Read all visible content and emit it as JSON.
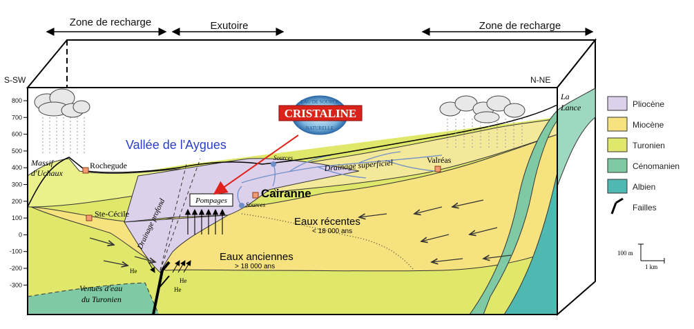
{
  "zones": {
    "left": "Zone de recharge",
    "center": "Exutoire",
    "right": "Zone de recharge"
  },
  "orientation": {
    "left": "S-SW",
    "right": "N-NE"
  },
  "elevation_ticks": [
    "800",
    "700",
    "600",
    "500",
    "400",
    "300",
    "200",
    "100",
    "0",
    "-100",
    "-200",
    "-300"
  ],
  "places": {
    "massif_line1": "Massif",
    "massif_line2": "d'Uchaux",
    "rochegude": "Rochegude",
    "ste_cecile": "Ste-Cécile",
    "la_lance_line1": "La",
    "la_lance_line2": "Lance",
    "valreas": "Valréas",
    "cairanne": "Cairanne",
    "vallee": "Vallée de l'Aygues"
  },
  "annotations": {
    "sources_top": "Sources",
    "sources_bottom": "Sources",
    "pompages": "Pompages",
    "drainage_superficiel": "Drainage superficiel",
    "drainage_profond": "Drainage profond",
    "eaux_recentes": "Eaux récentes",
    "eaux_recentes_age": "< 18 000 ans",
    "eaux_anciennes": "Eaux anciennes",
    "eaux_anciennes_age": "> 18 000 ans",
    "venues_line1": "Venues d'eau",
    "venues_line2": "du Turonien",
    "he": "He"
  },
  "logo": {
    "top": "EAU DE SOURCE",
    "brand": "CRISTALINE",
    "bottom": "NATURELLE"
  },
  "legend": [
    {
      "label": "Pliocène",
      "color": "#ddd0ea"
    },
    {
      "label": "Miocène",
      "color": "#f6e27e"
    },
    {
      "label": "Turonien",
      "color": "#dfe86a"
    },
    {
      "label": "Cénomanien",
      "color": "#7fcaa5"
    },
    {
      "label": "Albien",
      "color": "#4fb8b0"
    },
    {
      "label": "Failles",
      "color": "#000000"
    }
  ],
  "scale": {
    "vertical": "100 m",
    "horizontal": "1 km"
  }
}
